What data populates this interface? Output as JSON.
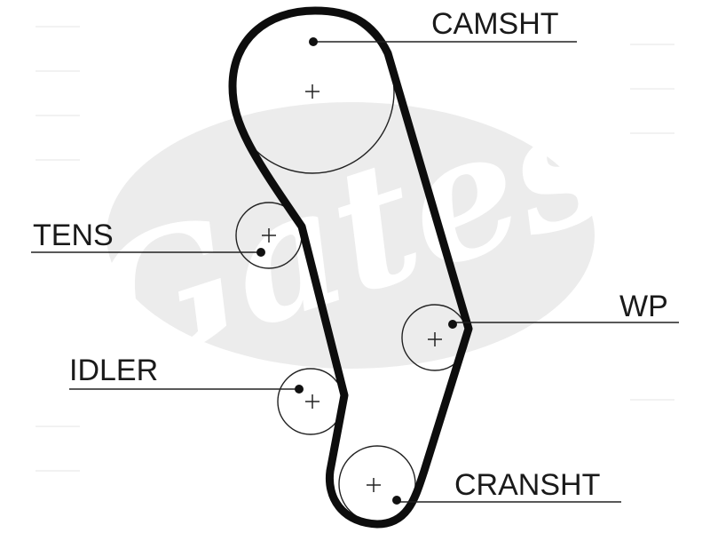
{
  "labels": {
    "camshaft": "CAMSHT",
    "tensioner": "TENS",
    "water_pump": "WP",
    "idler": "IDLER",
    "crankshaft": "CRANSHT"
  },
  "colors": {
    "belt": "#0d0d0d",
    "line": "#222222",
    "watermark": "#ececec",
    "background": "#ffffff"
  },
  "watermark": {
    "logo_text": "Gates"
  }
}
